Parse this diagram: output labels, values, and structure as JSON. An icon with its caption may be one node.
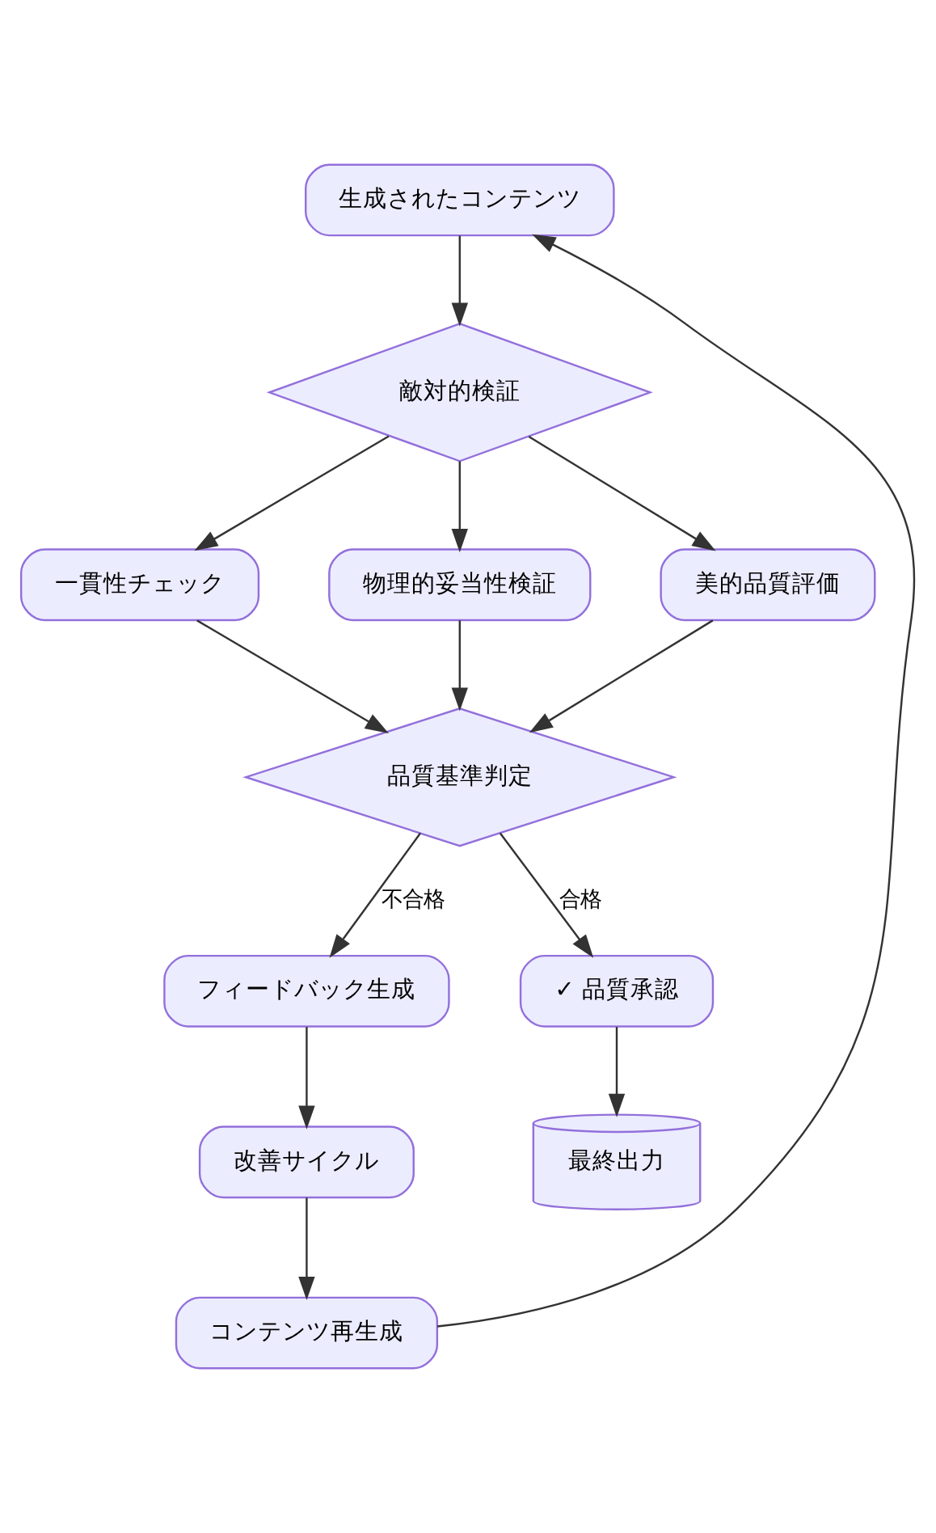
{
  "diagram": {
    "nodes": [
      {
        "text": [
          "生成されたコンテンツ"
        ]
      },
      {
        "text": [
          "敵対的検証"
        ]
      },
      {
        "text": [
          "一貫性チェック"
        ]
      },
      {
        "text": [
          "物理的妥当性検証"
        ]
      },
      {
        "text": [
          "美的品質評価"
        ]
      },
      {
        "text": [
          "品質基準判定"
        ]
      },
      {
        "text": [
          "フィードバック生成"
        ]
      },
      {
        "text": [
          "✓ 品質承認"
        ]
      },
      {
        "text": [
          "改善サイクル"
        ]
      },
      {
        "text": [
          "最終出力"
        ]
      },
      {
        "text": [
          "コンテンツ再生成"
        ]
      }
    ],
    "edges": [
      {
        "from": 0,
        "to": 1,
        "arrow": "to"
      },
      {
        "from": 1,
        "to": 2,
        "arrow": "to"
      },
      {
        "from": 1,
        "to": 3,
        "arrow": "to"
      },
      {
        "from": 1,
        "to": 4,
        "arrow": "to"
      },
      {
        "from": 2,
        "to": 5,
        "arrow": "to"
      },
      {
        "from": 3,
        "to": 5,
        "arrow": "to"
      },
      {
        "from": 4,
        "to": 5,
        "arrow": "to"
      },
      {
        "from": 5,
        "to": 6,
        "label": "不合格",
        "arrow": "to"
      },
      {
        "from": 5,
        "to": 7,
        "label": "合格",
        "arrow": "to"
      },
      {
        "from": 6,
        "to": 8,
        "arrow": "to"
      },
      {
        "from": 7,
        "to": 9,
        "arrow": "to"
      },
      {
        "from": 8,
        "to": 10,
        "arrow": "to"
      },
      {
        "from": 10,
        "to": 0,
        "arrow": "to"
      }
    ]
  }
}
